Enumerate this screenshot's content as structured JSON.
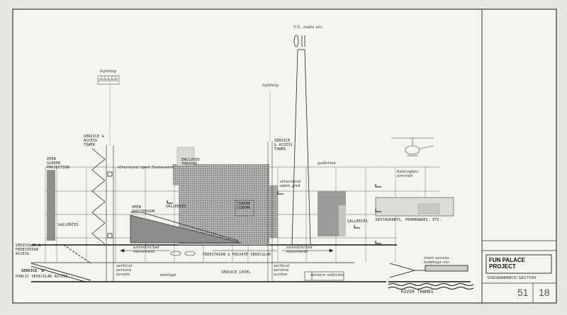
{
  "title_block": {
    "project_title": "FUN PALACE PROJECT",
    "drawing_title": "DIAGRAMMATIC SECTION",
    "sheet_no": "51",
    "sheet_count": "18"
  },
  "labels": {
    "tv_radio": "T.V., radio etc.",
    "lighting_left": "lighting",
    "lighting_right": "lighting",
    "service_tower_left": "SERVICE &\nACCESS\nTOWER",
    "service_tower_right": "SERVICE\n& ACCESS\nTOWER",
    "open_screen": "OPEN\nSCREEN\nPROJECTION",
    "structural_grid_left": "structural open framework",
    "enclosed_theatre": "ENCLOSED\nTHEATRE",
    "structural_grid_right": "structural\nopen grid",
    "gallery_top": "galleries",
    "helicopter": "helicopter\naircraft",
    "galleries_left": "GALLERIES",
    "galleries_mid": "GALLERIES",
    "galleries_right": "GALLERIES",
    "open_auditorium": "OPEN\nAUDITORIUM",
    "cinema": "CINEMA\nCINEMA",
    "restaurants": "RESTAURANTS, PROMENADES, ETC.",
    "vehicular": "VEHICULAR &\nPEDESTRIAN\nACCESS",
    "service_b": "SERVICE 'B'",
    "public_vehicular": "PUBLIC VEHICULAR ACCESS",
    "unrestricted_left": "unrestricted\nmovement",
    "unrestricted_right": "unrestricted\nmovement",
    "pedestrian": "PEDESTRIAN & PRIVATE VEHICULAR",
    "vertical_access_left": "vertical\nservice\naccess",
    "vertical_access_right": "vertical\nservice\naccess",
    "service_level": "SERVICE LEVEL",
    "storage": "storage",
    "river": "RIVER THAMES",
    "river_access": "river access -\nlandings etc.",
    "services_note": "service vehicles"
  }
}
